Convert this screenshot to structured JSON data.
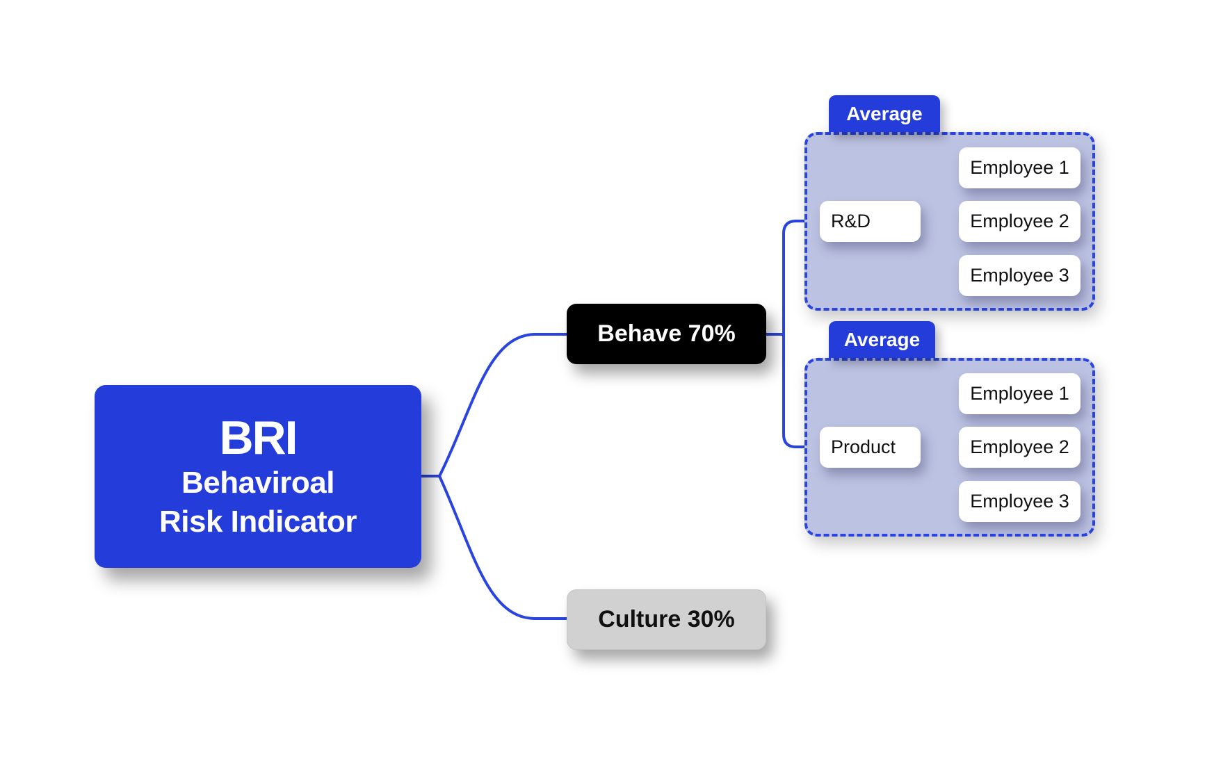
{
  "colors": {
    "accent": "#243cd9",
    "connector": "#2a44e0",
    "group_fill": "#bcc2e2",
    "behave_fill": "#000000",
    "culture_fill": "#d1d1d1"
  },
  "root": {
    "abbr": "BRI",
    "line1": "Behaviroal",
    "line2": "Risk Indicator"
  },
  "branches": {
    "behave": "Behave 70%",
    "culture": "Culture 30%"
  },
  "groups": [
    {
      "tab_label": "Average",
      "department": "R&D",
      "employees": [
        "Employee 1",
        "Employee 2",
        "Employee 3"
      ]
    },
    {
      "tab_label": "Average",
      "department": "Product",
      "employees": [
        "Employee 1",
        "Employee 2",
        "Employee 3"
      ]
    }
  ]
}
